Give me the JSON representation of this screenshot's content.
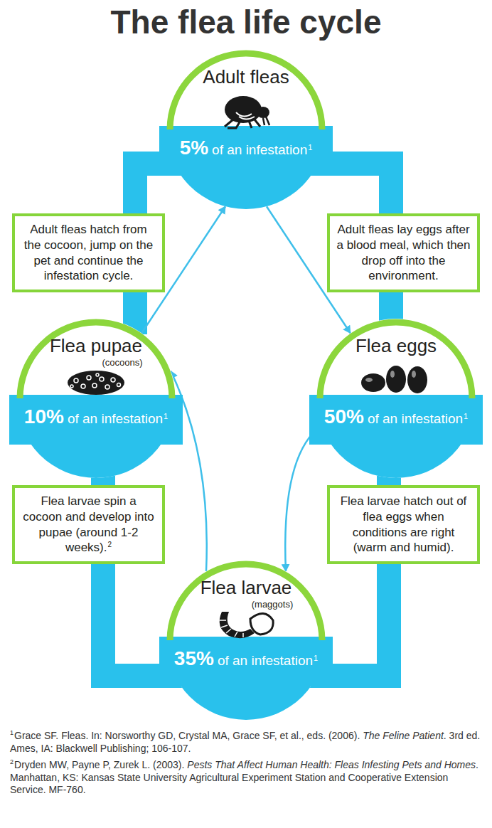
{
  "diagram": {
    "title": "The flea life cycle",
    "nodes": [
      {
        "text": [
          "Adult fleas",
          "5%",
          "of an infestation",
          "1"
        ]
      },
      {
        "text": [
          "Adult fleas hatch from the cocoon, jump on the pet and continue the infestation cycle."
        ]
      },
      {
        "text": [
          "Adult fleas lay eggs after a blood meal, which then drop off into the environment."
        ]
      },
      {
        "text": [
          "Flea pupae",
          "(cocoons)",
          "10%",
          "of an infestation",
          "1"
        ]
      },
      {
        "text": [
          "Flea eggs",
          "50%",
          "of an infestation",
          "1"
        ]
      },
      {
        "text": [
          "Flea larvae spin a cocoon and develop into pupae (around 1-2 weeks).",
          "2"
        ]
      },
      {
        "text": [
          "Flea larvae hatch out of flea eggs when conditions are right (warm and humid)."
        ]
      },
      {
        "text": [
          "Flea larvae",
          "(maggots)",
          "35%",
          "of an infestation",
          "1"
        ]
      }
    ],
    "edges": [
      {
        "from": 0,
        "to": 4,
        "arrow": "to"
      },
      {
        "from": 4,
        "to": 7,
        "arrow": "to"
      },
      {
        "from": 7,
        "to": 3,
        "arrow": "to"
      },
      {
        "from": 3,
        "to": 0,
        "arrow": "to"
      }
    ],
    "labels": [
      "1",
      "Grace SF. Fleas. In: Norsworthy GD, Crystal MA, Grace SF, et al., eds. (2006).",
      "The Feline Patient",
      ". 3rd ed. Ames, IA: Blackwell Publishing; 106-107.",
      "2",
      "Dryden MW, Payne P, Zurek L. (2003).",
      "Pests That Affect Human Health: Fleas Infesting Pets and Homes",
      ". Manhattan, KS: Kansas State University Agricultural Experiment Station and Cooperative Extension Service. MF-760."
    ]
  }
}
